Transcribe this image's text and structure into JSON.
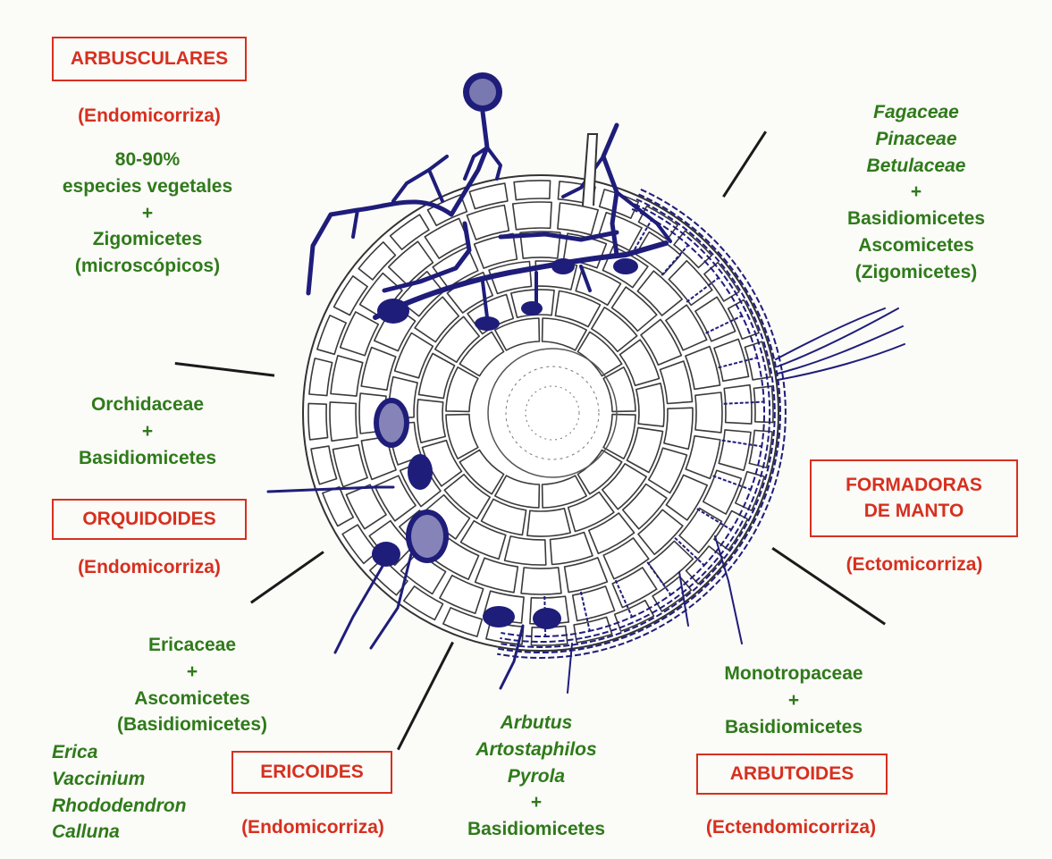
{
  "colors": {
    "label_red": "#d6301f",
    "taxa_green": "#2f7a1a",
    "fungus_navy": "#1f1d7a",
    "cell_outline": "#3a3a3a"
  },
  "arbusculares": {
    "title": "ARBUSCULARES",
    "type": "(Endomicorriza)",
    "lines": [
      "80-90%",
      "especies vegetales",
      "+",
      "Zigomicetes",
      "(microscópicos)"
    ]
  },
  "ecto_hosts": {
    "families": [
      "Fagaceae",
      "Pinaceae",
      "Betulaceae"
    ],
    "plus": "+",
    "fungi": [
      "Basidiomicetes",
      "Ascomicetes",
      "(Zigomicetes)"
    ]
  },
  "orquidoides": {
    "title": "ORQUIDOIDES",
    "type": "(Endomicorriza)",
    "lines": [
      "Orchidaceae",
      "+",
      "Basidiomicetes"
    ]
  },
  "formadoras": {
    "title_line1": "FORMADORAS",
    "title_line2": "DE MANTO",
    "type": "(Ectomicorriza)"
  },
  "ericoides": {
    "title": "ERICOIDES",
    "type": "(Endomicorriza)",
    "lines": [
      "Ericaceae",
      "+",
      "Ascomicetes",
      "(Basidiomicetes)"
    ],
    "genera": [
      "Erica",
      "Vaccinium",
      "Rhododendron",
      "Calluna"
    ]
  },
  "arbutoides": {
    "title": "ARBUTOIDES",
    "type": "(Ectendomicorriza)",
    "lines": [
      "Monotropaceae",
      "+",
      "Basidiomicetes"
    ],
    "genera": [
      "Arbutus",
      "Artostaphilos",
      "Pyrola"
    ],
    "plus": "+",
    "fungus": "Basidiomicetes"
  }
}
